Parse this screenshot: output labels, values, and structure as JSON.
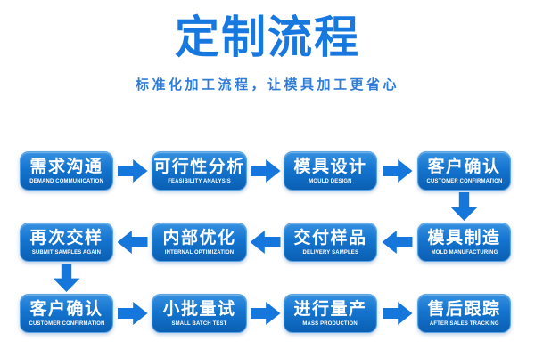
{
  "header": {
    "title": "定制流程",
    "subtitle": "标准化加工流程，让模具加工更省心"
  },
  "colors": {
    "accent_blue": "#1576db",
    "title_blue": "#1778df",
    "subtitle_blue": "#2f7cd6",
    "box_gradient_top": "#3590e0",
    "box_gradient_bottom": "#0a5fb2",
    "box_text": "#ffffff",
    "background": "#ffffff"
  },
  "flow": {
    "rows": [
      {
        "direction": "right",
        "steps": [
          {
            "zh": "需求沟通",
            "en": "DEMAND COMMUNICATION"
          },
          {
            "zh": "可行性分析",
            "en": "FEASIBILITY ANALYSIS"
          },
          {
            "zh": "模具设计",
            "en": "MOULD DESIGN"
          },
          {
            "zh": "客户确认",
            "en": "CUSTOMER CONFIRMATION"
          }
        ]
      },
      {
        "direction": "left",
        "steps": [
          {
            "zh": "再次交样",
            "en": "SUBMIT SAMPLES AGAIN"
          },
          {
            "zh": "内部优化",
            "en": "INTERNAL OPTIMIZATION"
          },
          {
            "zh": "交付样品",
            "en": "DELIVERY SAMPLES"
          },
          {
            "zh": "模具制造",
            "en": "MOLD MANUFACTURING"
          }
        ]
      },
      {
        "direction": "right",
        "steps": [
          {
            "zh": "客户确认",
            "en": "CUSTOMER CONFIRMATION"
          },
          {
            "zh": "小批量试",
            "en": "SMALL BATCH TEST"
          },
          {
            "zh": "进行量产",
            "en": "MASS PRODUCTION"
          },
          {
            "zh": "售后跟踪",
            "en": "AFTER SALES TRACKING"
          }
        ]
      }
    ]
  }
}
